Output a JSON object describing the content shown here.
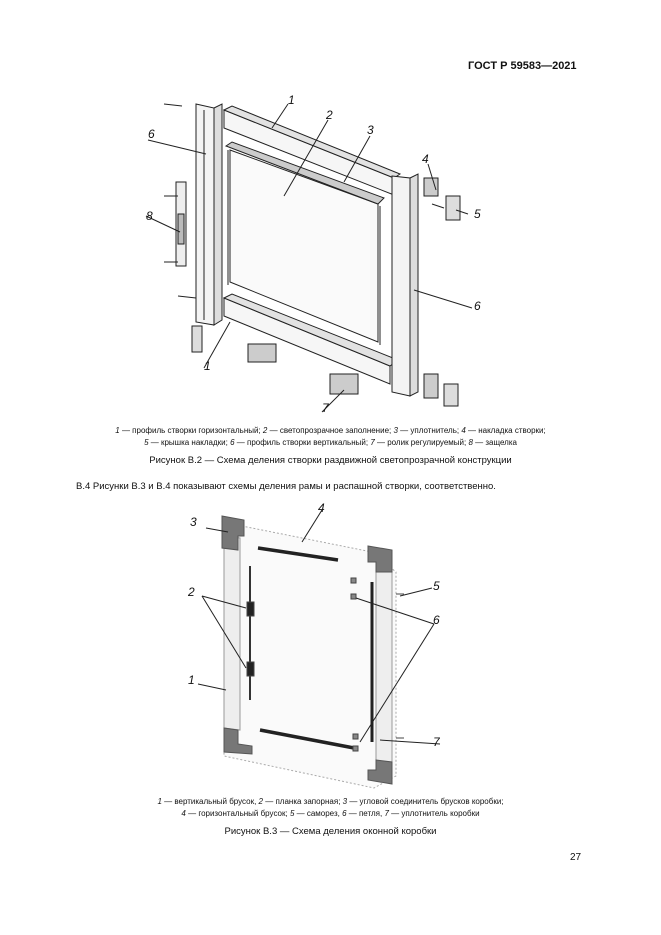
{
  "header": {
    "standard": "ГОСТ Р 59583—2021"
  },
  "figure_b2": {
    "callouts": [
      "1",
      "2",
      "3",
      "4",
      "5",
      "6",
      "6",
      "7",
      "8",
      "1"
    ],
    "legend_line1": [
      {
        "n": "1",
        "t": " — профиль створки горизонтальный; "
      },
      {
        "n": "2",
        "t": " — светопрозрачное заполнение; "
      },
      {
        "n": "3",
        "t": " — уплотнитель; "
      },
      {
        "n": "4",
        "t": " — накладка створки;"
      }
    ],
    "legend_line2": [
      {
        "n": "5",
        "t": " — крышка накладки; "
      },
      {
        "n": "6",
        "t": " — профиль створки вертикальный; "
      },
      {
        "n": "7",
        "t": " — ролик регулируемый; "
      },
      {
        "n": "8",
        "t": " — защелка"
      }
    ],
    "title": "Рисунок В.2 — Схема деления створки раздвижной светопрозрачной конструкции"
  },
  "paragraph": "В.4 Рисунки В.3 и В.4 показывают схемы деления рамы и распашной створки, соответственно.",
  "figure_b3": {
    "callouts": [
      "3",
      "4",
      "5",
      "2",
      "6",
      "1",
      "7"
    ],
    "legend_line1": [
      {
        "n": "1",
        "t": " — вертикальный брусок, "
      },
      {
        "n": "2",
        "t": " — планка запорная; "
      },
      {
        "n": "3",
        "t": " — угловой соединитель брусков коробки;"
      }
    ],
    "legend_line2": [
      {
        "n": "4",
        "t": " — горизонтальный брусок; "
      },
      {
        "n": "5",
        "t": " — саморез, "
      },
      {
        "n": "6",
        "t": " — петля, "
      },
      {
        "n": "7",
        "t": " — уплотнитель коробки"
      }
    ],
    "title": "Рисунок В.3 — Схема деления оконной коробки"
  },
  "footer": {
    "page_number": "27"
  }
}
